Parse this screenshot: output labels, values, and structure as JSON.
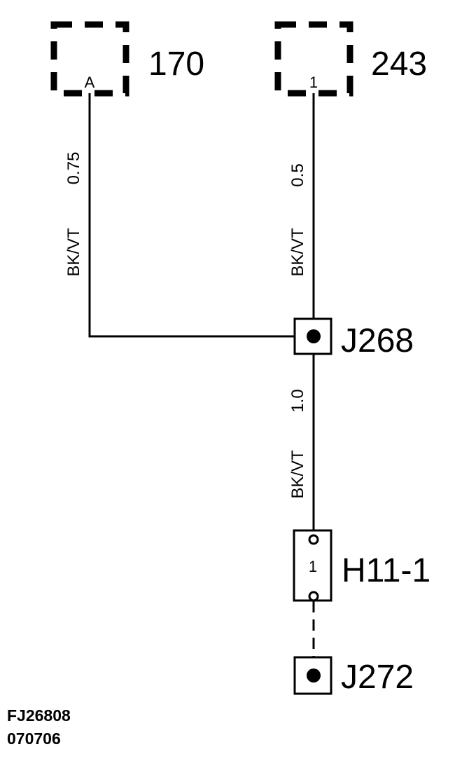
{
  "components": {
    "c170": {
      "label": "170",
      "pin": "A"
    },
    "c243": {
      "label": "243",
      "pin": "1"
    },
    "j268": {
      "label": "J268"
    },
    "h11": {
      "label": "H11-1",
      "pin": "1"
    },
    "j272": {
      "label": "J272"
    }
  },
  "wires": {
    "w1": {
      "color": "BK/VT",
      "size": "0.75"
    },
    "w2": {
      "color": "BK/VT",
      "size": "0.5"
    },
    "w3": {
      "color": "BK/VT",
      "size": "1.0"
    }
  },
  "footer": {
    "line1": "FJ26808",
    "line2": "070706"
  }
}
